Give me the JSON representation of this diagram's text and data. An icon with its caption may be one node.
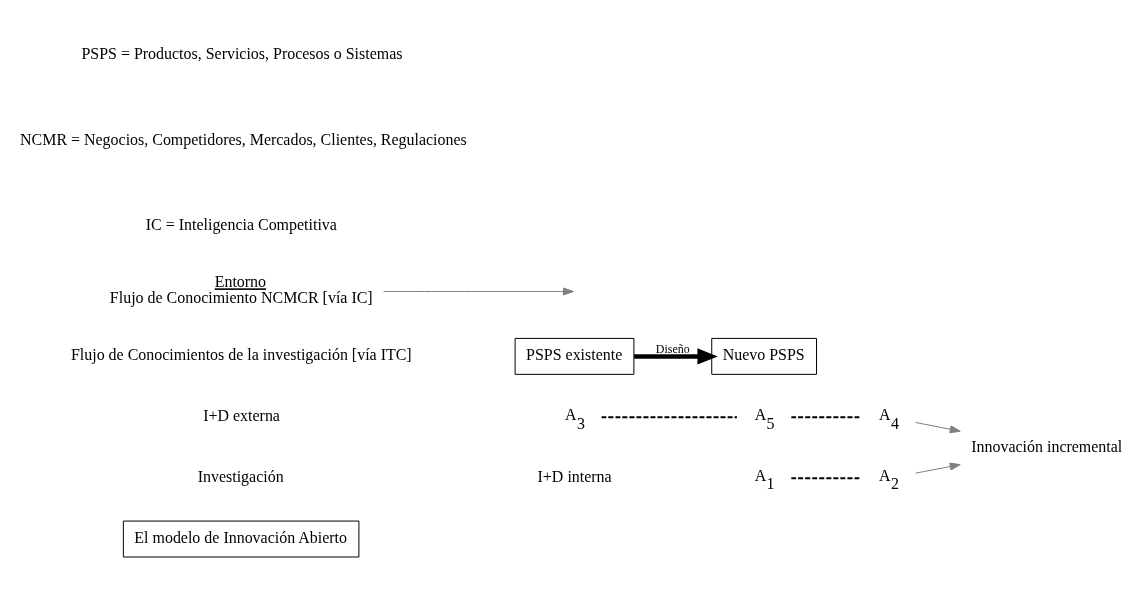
{
  "diagram": {
    "nodes": [
      {
        "text": [
          "El modelo de Innovación Abierto"
        ]
      },
      {
        "text": [
          "A$_{1}$"
        ]
      },
      {
        "text": [
          "A$_{2}$"
        ]
      },
      {
        "text": [
          "A$_{3}$"
        ]
      },
      {
        "text": [
          "A$_{4}$"
        ]
      },
      {
        "text": [
          "A$_{5}$"
        ]
      },
      {
        "text": [
          "PSPS existente"
        ]
      },
      {
        "text": [
          "Entorno",
          "Flujo de Conocimiento NCMCR [vía IC]"
        ]
      },
      {
        "text": [
          "Innovación incremental"
        ]
      },
      {
        "text": [
          "Nuevo PSPS"
        ]
      }
    ],
    "edges": [
      {
        "from": 1,
        "to": 2,
        "arrow": "none",
        "style": "dashed"
      },
      {
        "from": 3,
        "to": 5,
        "arrow": "none",
        "style": "dashed"
      },
      {
        "from": 5,
        "to": 4,
        "arrow": "none",
        "style": "dashed"
      },
      {
        "from": 2,
        "to": 8,
        "arrow": "to",
        "color": "#808080"
      },
      {
        "from": 4,
        "to": 8,
        "arrow": "to",
        "color": "#808080"
      },
      {
        "from": 6,
        "to": 9,
        "arrow": "to",
        "style": "thick",
        "label": "Diseño"
      },
      {
        "from": 7,
        "to": null,
        "arrow": "to",
        "color": "#808080"
      }
    ],
    "labels": [
      "Investigación",
      "I+D interna",
      "Flujo de Conocimientos de la investigación [vía ITC]",
      "I+D externa",
      "PSPS = Productos, Servicios, Procesos o Sistemas",
      "NCMR = Negocios, Competidores, Mercados, Clientes, Regulaciones",
      "IC = Inteligencia Competitiva"
    ]
  }
}
